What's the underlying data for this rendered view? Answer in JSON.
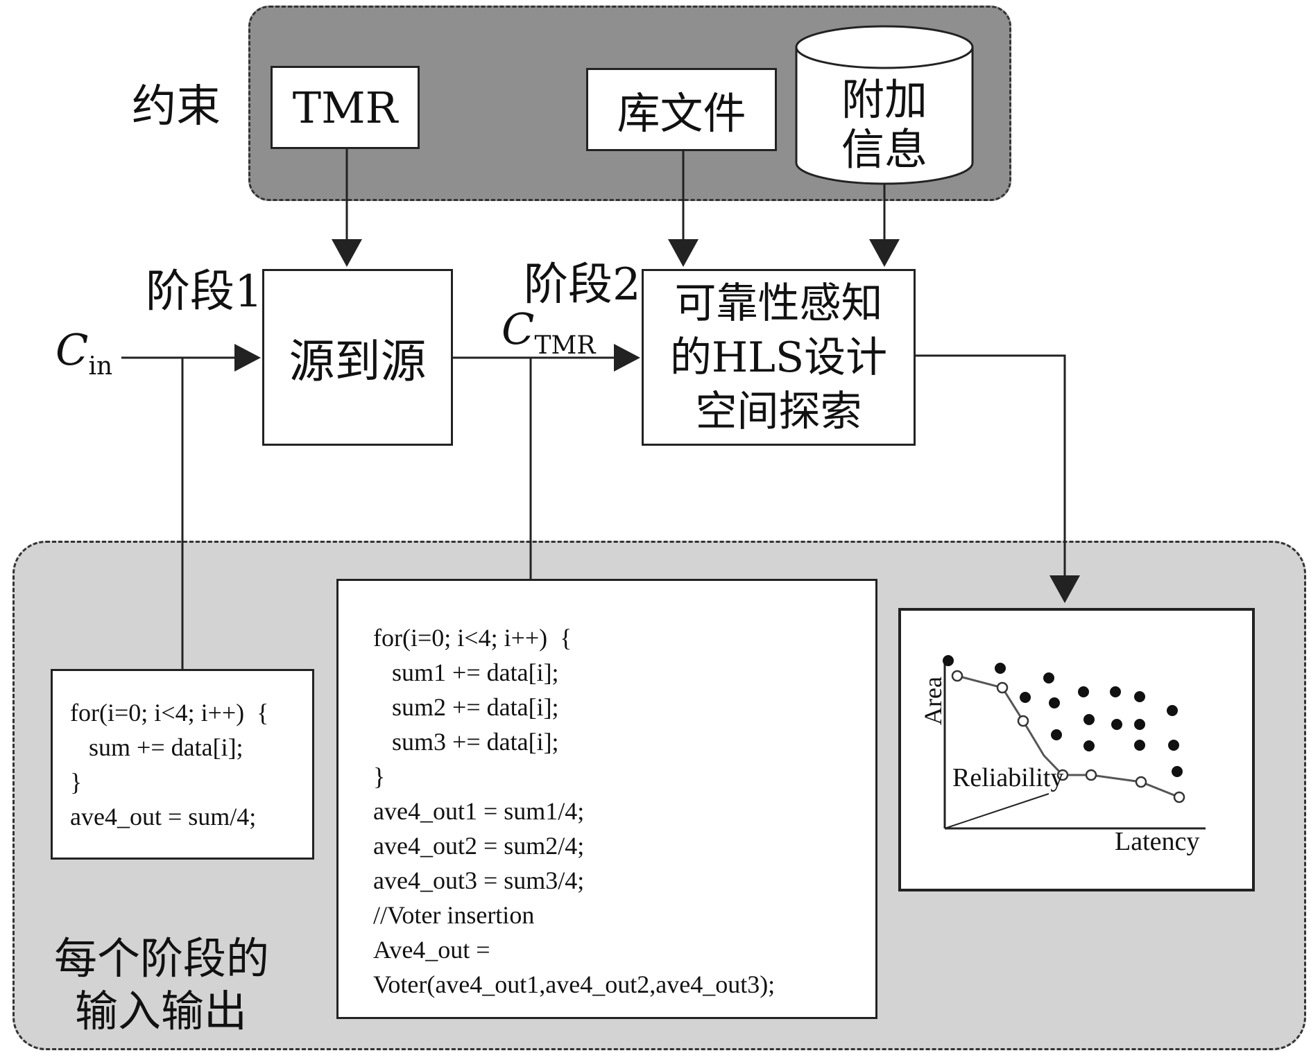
{
  "constraints_panel": {
    "label": "约束",
    "tmr_box": "TMR",
    "library_box": "库文件",
    "extra_info": [
      "附加",
      "信息"
    ]
  },
  "stage1": {
    "label": "阶段1",
    "input_symbol": "C",
    "input_subscript": "in",
    "box": "源到源"
  },
  "stage2": {
    "label": "阶段2",
    "input_symbol": "C",
    "input_subscript": "TMR",
    "box": [
      "可靠性感知",
      "的HLS设计",
      "空间探索"
    ]
  },
  "io_panel": {
    "label": [
      "每个阶段的",
      "输入输出"
    ],
    "code_original": [
      "for(i=0; i<4; i++)  {",
      "   sum += data[i];",
      "}",
      "ave4_out = sum/4;"
    ],
    "code_tmr": [
      "for(i=0; i<4; i++)  {",
      "   sum1 += data[i];",
      "   sum2 += data[i];",
      "   sum3 += data[i];",
      "}",
      "ave4_out1 = sum1/4;",
      "ave4_out2 = sum2/4;",
      "ave4_out3 = sum3/4;",
      "//Voter insertion",
      "Ave4_out =",
      "Voter(ave4_out1,ave4_out2,ave4_out3);"
    ],
    "plot": {
      "y_axis": "Area",
      "x_axis": "Latency",
      "depth_axis": "Reliability"
    }
  }
}
